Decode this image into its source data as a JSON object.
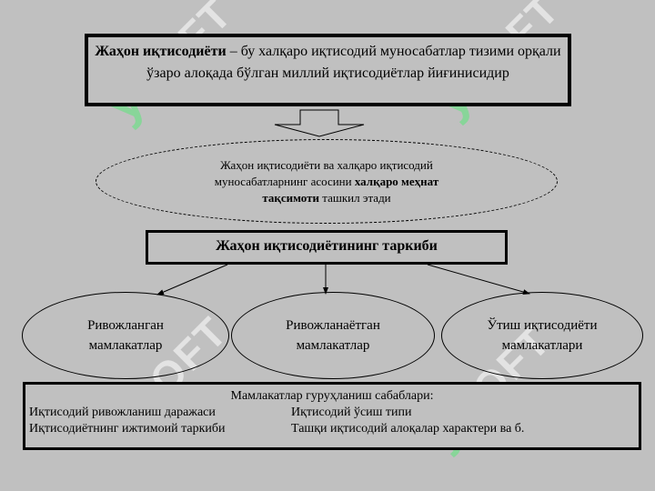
{
  "watermark": {
    "text": "SOFT",
    "glyph": "ÿ"
  },
  "definition": {
    "term": "Жаҳон иқтисодиёти",
    "text": " – бу халқаро иқтисодий муносабатлар тизими орқали ўзаро алоқада бўлган миллий иқтисодиётлар йиғинисидир"
  },
  "division": {
    "line1": "Жаҳон иқтисодиёти ва халқаро иқтисодий",
    "line2_plain": "муносабатларнинг асосини ",
    "line2_bold": "халқаро меҳнат",
    "line3_bold": "тақсимоти",
    "line3_plain": " ташкил этади"
  },
  "structure": {
    "title": "Жаҳон иқтисодиётининг таркиби"
  },
  "groups": [
    {
      "line1": "Ривожланган",
      "line2": "мамлакатлар"
    },
    {
      "line1": "Ривожланаётган",
      "line2": "мамлакатлар"
    },
    {
      "line1": "Ўтиш иқтисодиёти",
      "line2": "мамлакатлари"
    }
  ],
  "reasons": {
    "title": "Мамлакатлар гуруҳланиш сабаблари:",
    "rows": [
      [
        "Иқтисодий ривожланиш даражаси",
        "Иқтисодий ўсиш типи"
      ],
      [
        "Иқтисодиётнинг ижтимоий таркиби",
        "Ташқи иқтисодий алоқалар характери ва б."
      ]
    ]
  },
  "colors": {
    "background": "#c0c0c0",
    "border": "#000000",
    "watermark": "#ffffff",
    "watermark_glyph": "#5ae678"
  }
}
